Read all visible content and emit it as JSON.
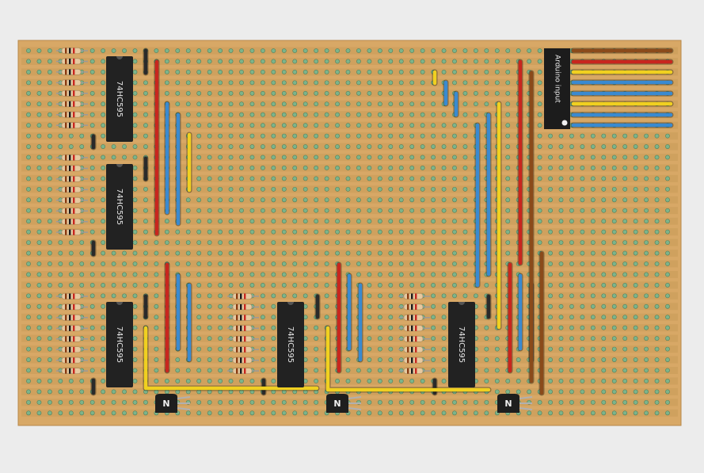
{
  "board": {
    "background": "#ececec",
    "board_color": "#d8a866",
    "strip_color": "#c89a58",
    "hole_color": "#7db48a",
    "hole_rim": "#4f7f5e"
  },
  "chips": [
    {
      "label": "74HC595"
    },
    {
      "label": "74HC595"
    },
    {
      "label": "74HC595"
    },
    {
      "label": "74HC595"
    },
    {
      "label": "74HC595"
    }
  ],
  "header": {
    "label": "Arduino input"
  },
  "transistors": [
    {
      "label": "N"
    },
    {
      "label": "N"
    },
    {
      "label": "N"
    }
  ],
  "wire_colors": {
    "red": "#c8261e",
    "blue": "#3a8ad0",
    "yellow": "#f0d020",
    "brown": "#8a4a1a",
    "dark": "#2a2a2a"
  }
}
